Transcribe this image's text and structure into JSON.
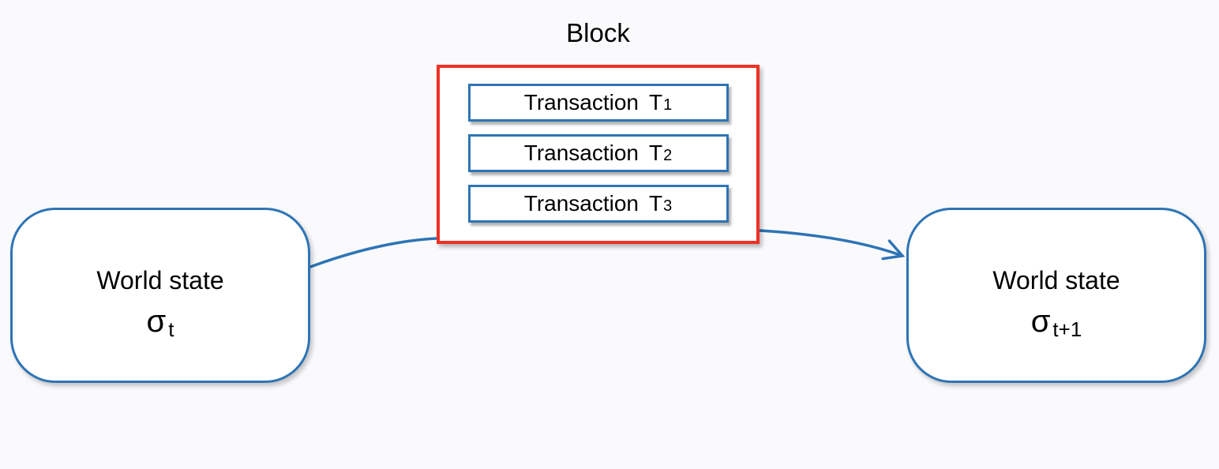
{
  "colors": {
    "blue": "#2E74B5",
    "red": "#EE3124",
    "background": "#FAFAFD",
    "box_fill": "#FFFFFF",
    "text": "#000000"
  },
  "block": {
    "title": "Block",
    "transactions": [
      {
        "label": "Transaction",
        "symbol": "T",
        "sub": "1"
      },
      {
        "label": "Transaction",
        "symbol": "T",
        "sub": "2"
      },
      {
        "label": "Transaction",
        "symbol": "T",
        "sub": "3"
      }
    ]
  },
  "states": {
    "left": {
      "label": "World state",
      "symbol": "σ",
      "sub": "t"
    },
    "right": {
      "label": "World state",
      "symbol": "σ",
      "sub": "t+1"
    }
  }
}
